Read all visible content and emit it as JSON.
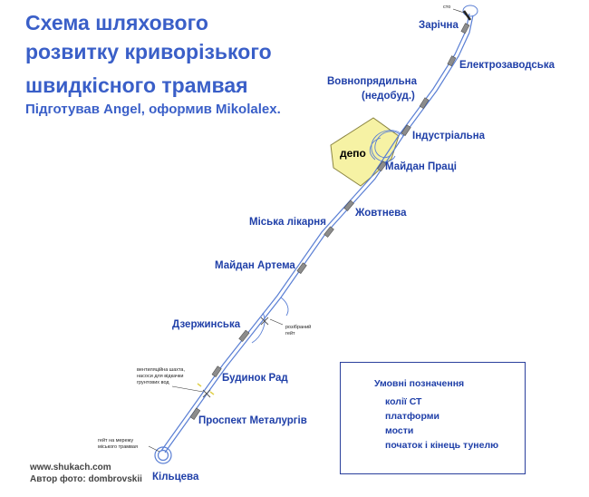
{
  "title": {
    "line1": "Схема шляхового",
    "line2": "розвитку криворізького",
    "line3": "швидкісного трамвая",
    "credits": "Підготував Angel,  оформив Mikolalex."
  },
  "stations": {
    "zarichna": "Зарічна",
    "elektrozavodska": "Електрозаводська",
    "vovnopryadylna": "Вовнопрядильна",
    "vovnopryadylna_note": "(недобуд.)",
    "industrialna": "Індустріальна",
    "maidan_pratsi": "Майдан Праці",
    "zhovtneva": "Жовтнева",
    "miska_likarnia": "Міська лікарня",
    "maidan_artema": "Майдан Артема",
    "dzerzhynska": "Дзержинська",
    "budynok_rad": "Будинок Рад",
    "prospekt_metalurhiv": "Проспект Металургів",
    "kiltseva": "Кільцева"
  },
  "depot": {
    "label": "депо",
    "fill": "#f6f2a4"
  },
  "notes": {
    "sto": "сто",
    "gate": [
      "розібраний",
      "гейт"
    ],
    "shaft": [
      "вентиляційна шахта,",
      "насоси для відкачки",
      "грунтових вод"
    ],
    "city_gate": [
      "гейт на мережу",
      "міського трамвая"
    ]
  },
  "credits_bottom": {
    "site": "www.shukach.com",
    "photo": "Автор фото: dombrovskii"
  },
  "legend": {
    "title": "Умовні позначення",
    "items": {
      "tracks": "колії СТ",
      "platforms": "платформи",
      "bridges": "мости",
      "tunnel": "початок і кінець тунелю"
    }
  },
  "colors": {
    "title": "#3a5fc8",
    "station_label": "#1f3fa8",
    "track": "#5a7fd4",
    "platform": "#8c8c8c",
    "tunnel_mark": "#e0d04a"
  }
}
